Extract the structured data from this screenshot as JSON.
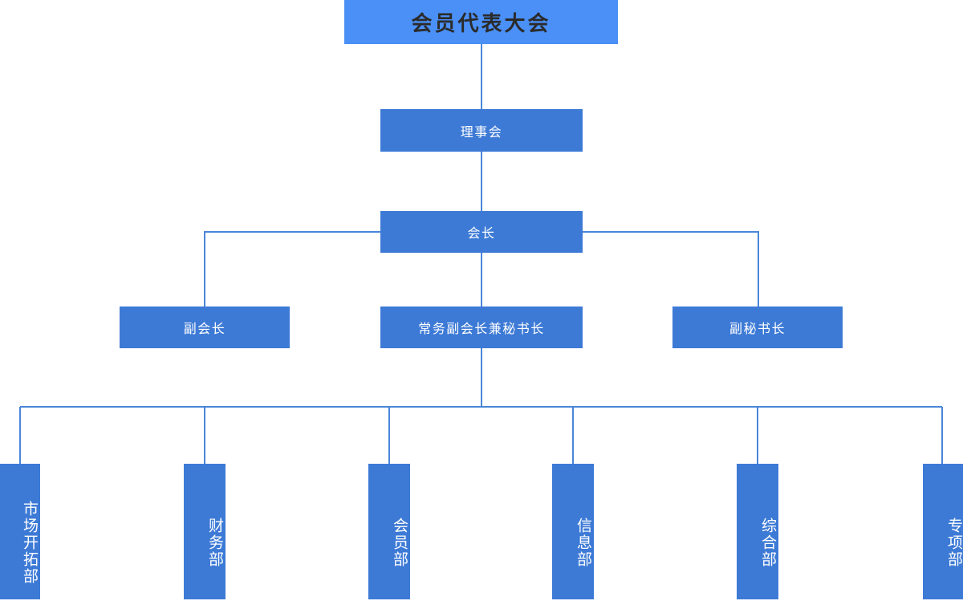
{
  "chart": {
    "type": "org-chart",
    "title": "会员代表大会",
    "colors": {
      "assembly_fill": "#4a90f7",
      "assembly_text": "#2b2b2b",
      "node_fill": "#3d7ad6",
      "node_text": "#ffffff",
      "connector": "#4a86d8",
      "background": "#ffffff"
    },
    "levels": [
      {
        "level": 1,
        "nodes": [
          {
            "id": "assembly",
            "label": "会员代表大会"
          }
        ]
      },
      {
        "level": 2,
        "nodes": [
          {
            "id": "council",
            "label": "理事会"
          }
        ]
      },
      {
        "level": 3,
        "nodes": [
          {
            "id": "president",
            "label": "会长"
          }
        ]
      },
      {
        "level": 4,
        "nodes": [
          {
            "id": "vice-president",
            "label": "副会长"
          },
          {
            "id": "executive-vp-secretary-general",
            "label": "常务副会长兼秘书长"
          },
          {
            "id": "deputy-secretary-general",
            "label": "副秘书长"
          }
        ]
      },
      {
        "level": 5,
        "nodes": [
          {
            "id": "market-development",
            "label": "市场开拓部"
          },
          {
            "id": "finance",
            "label": "财务部"
          },
          {
            "id": "membership",
            "label": "会员部"
          },
          {
            "id": "information",
            "label": "信息部"
          },
          {
            "id": "general-affairs",
            "label": "综合部"
          },
          {
            "id": "special-projects",
            "label": "专项部"
          }
        ]
      }
    ]
  }
}
